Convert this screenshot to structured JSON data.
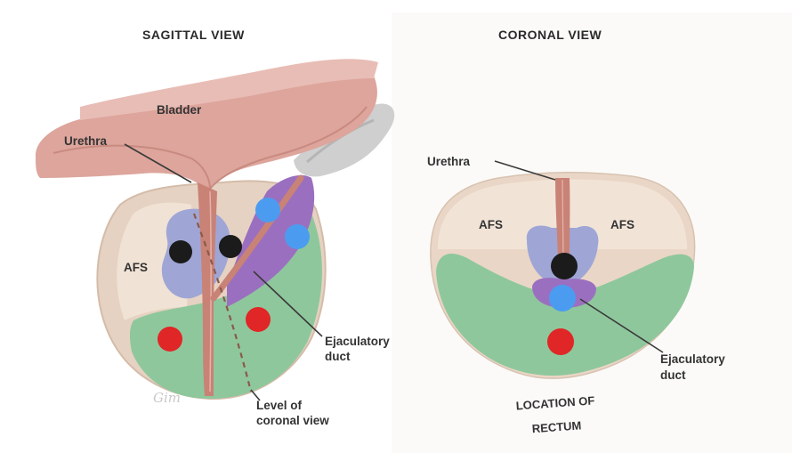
{
  "sagittal": {
    "heading": "SAGITTAL VIEW",
    "labels": {
      "bladder": "Bladder",
      "urethra": "Urethra",
      "afs": "AFS",
      "ejaculatory_duct_line1": "Ejaculatory",
      "ejaculatory_duct_line2": "duct",
      "level_line1": "Level of",
      "level_line2": "coronal view"
    },
    "signature": "Gim"
  },
  "coronal": {
    "heading": "CORONAL VIEW",
    "labels": {
      "urethra": "Urethra",
      "afs_left": "AFS",
      "afs_right": "AFS",
      "ejaculatory_duct_line1": "Ejaculatory",
      "ejaculatory_duct_line2": "duct",
      "rectum_line1": "LOCATION OF",
      "rectum_line2": "RECTUM"
    }
  },
  "colors": {
    "capsule": "#e8d4c4",
    "afs": "#efe0d2",
    "bladder": "#d99b92",
    "urethra": "#c98276",
    "transition_zone": "#9fa6d6",
    "central_zone": "#9b6fc0",
    "peripheral_zone": "#8fc79c",
    "marker_black": "#1b1b1b",
    "marker_blue": "#4b9cf0",
    "marker_red": "#e02626"
  }
}
